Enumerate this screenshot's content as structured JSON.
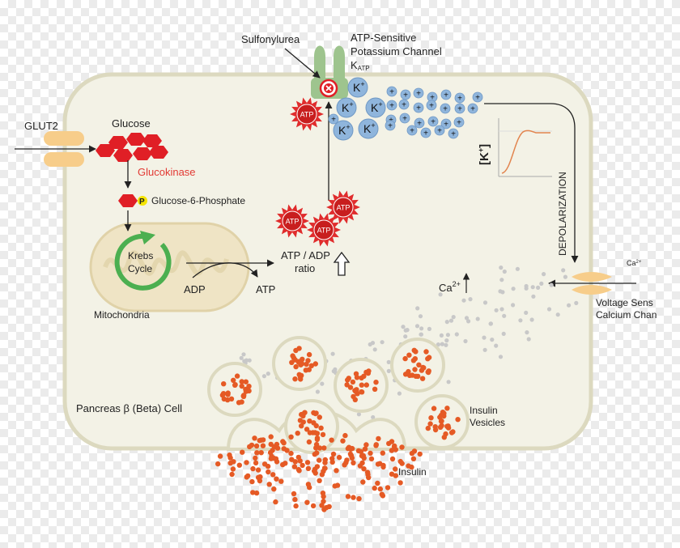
{
  "labels": {
    "sulfonylurea": "Sulfonylurea",
    "katp_line1": "ATP-Sensitive",
    "katp_line2": "Potassium Channel",
    "katp_symbol": "K",
    "katp_subscript": "ATP",
    "glut2": "GLUT2",
    "glucose": "Glucose",
    "glucokinase": "Glucokinase",
    "phosphate": "P",
    "g6p": "Glucose-6-Phosphate",
    "krebs_line1": "Krebs",
    "krebs_line2": "Cycle",
    "mitochondria": "Mitochondria",
    "adp": "ADP",
    "atp": "ATP",
    "atp_adp_line1": "ATP / ADP",
    "atp_adp_line2": "ratio",
    "atp_token": "ATP",
    "potassium": "K",
    "potassium_charge": "+",
    "plus": "+",
    "k_conc_symbol": "K",
    "k_conc_charge": "+",
    "depolarization": "DEPOLARIZATION",
    "calcium": "Ca",
    "calcium_charge": "2+",
    "vsc_line1": "Voltage Sens",
    "vsc_line2": "Calcium Chan",
    "cell_label": "Pancreas β (Beta) Cell",
    "vesicles_line1": "Insulin",
    "vesicles_line2": "Vesicles",
    "insulin": "Insulin"
  },
  "colors": {
    "cell_fill": "#f3f2e6",
    "cell_stroke": "#dcd9bf",
    "glucose": "#e01f26",
    "glucokinase_text": "#e23a34",
    "krebs_arrow": "#4caf50",
    "atp_burst": "#e02c2c",
    "potassium": "#8fb5dc",
    "channel": "#9ec48e",
    "transporter": "#f7cd8a",
    "insulin": "#e55a25",
    "calcium_dot": "#c8c8c8",
    "phosphate_badge": "#f4e400"
  }
}
